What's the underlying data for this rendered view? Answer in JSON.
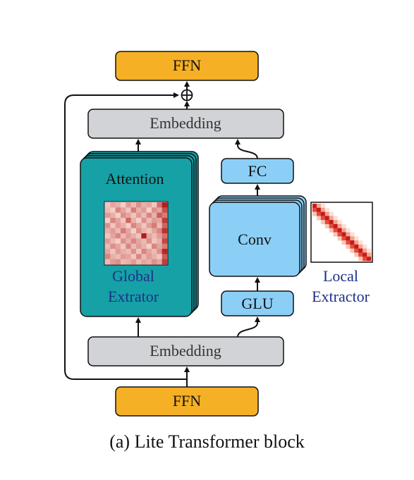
{
  "diagram": {
    "ffn_top_label": "FFN",
    "ffn_bottom_label": "FFN",
    "embedding_top_label": "Embedding",
    "embedding_bottom_label": "Embedding",
    "attention_label": "Attention",
    "global_extractor_line1": "Global",
    "global_extractor_line2": "Extrator",
    "fc_label": "FC",
    "conv_label": "Conv",
    "glu_label": "GLU",
    "local_extractor_line1": "Local",
    "local_extractor_line2": "Extractor",
    "caption": "(a) Lite Transformer block"
  },
  "colors": {
    "ffn_fill": "#f5b025",
    "embedding_fill": "#d2d3d6",
    "attention_fill": "#16a1a6",
    "attention_label_color": "#ffffff",
    "global_text_color": "#1f2f8a",
    "blue_block_fill": "#8ccff6",
    "local_text_color": "#1f2f8a",
    "heatmap_light": "#fbe4dc",
    "heatmap_dark": "#b01212",
    "stroke": "#111111"
  },
  "attention_heatmap": [
    [
      0.15,
      0.3,
      0.25,
      0.1,
      0.35,
      0.2,
      0.4,
      0.25,
      0.3,
      0.15,
      0.55,
      0.95
    ],
    [
      0.2,
      0.1,
      0.45,
      0.3,
      0.15,
      0.5,
      0.25,
      0.35,
      0.1,
      0.4,
      0.3,
      0.7
    ],
    [
      0.35,
      0.25,
      0.1,
      0.4,
      0.3,
      0.15,
      0.35,
      0.2,
      0.45,
      0.25,
      0.65,
      0.5
    ],
    [
      0.1,
      0.45,
      0.3,
      0.15,
      0.6,
      0.25,
      0.1,
      0.4,
      0.2,
      0.35,
      0.3,
      0.8
    ],
    [
      0.4,
      0.15,
      0.35,
      0.25,
      0.1,
      0.45,
      0.3,
      0.15,
      0.35,
      0.5,
      0.2,
      0.6
    ],
    [
      0.25,
      0.35,
      0.2,
      0.5,
      0.3,
      0.1,
      0.4,
      0.25,
      0.15,
      0.3,
      0.45,
      0.85
    ],
    [
      0.15,
      0.3,
      0.45,
      0.2,
      0.35,
      0.25,
      0.15,
      0.95,
      0.3,
      0.2,
      0.35,
      0.55
    ],
    [
      0.35,
      0.2,
      0.1,
      0.4,
      0.25,
      0.45,
      0.3,
      0.2,
      0.4,
      0.15,
      0.25,
      0.75
    ],
    [
      0.2,
      0.4,
      0.3,
      0.15,
      0.45,
      0.2,
      0.35,
      0.25,
      0.1,
      0.45,
      0.3,
      0.5
    ],
    [
      0.3,
      0.15,
      0.35,
      0.25,
      0.2,
      0.4,
      0.15,
      0.45,
      0.3,
      0.2,
      0.4,
      0.9
    ],
    [
      0.45,
      0.25,
      0.2,
      0.35,
      0.3,
      0.15,
      0.45,
      0.2,
      0.35,
      0.25,
      0.15,
      0.65
    ],
    [
      0.2,
      0.35,
      0.4,
      0.2,
      0.25,
      0.35,
      0.2,
      0.3,
      0.25,
      0.4,
      0.3,
      0.8
    ]
  ]
}
